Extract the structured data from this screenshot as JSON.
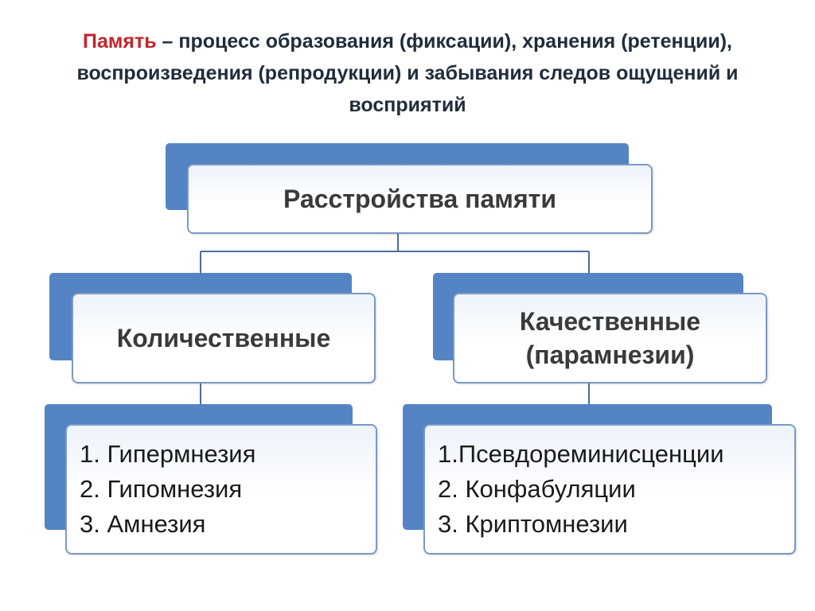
{
  "header": {
    "term": "Память",
    "definition": " – процесс образования (фиксации), хранения (ретенции), воспроизведения (репродукции) и забывания следов ощущений и восприятий"
  },
  "root": {
    "label": "Расстройства памяти"
  },
  "branches": [
    {
      "label": "Количественные",
      "items": [
        "1. Гипермнезия",
        "2. Гипомнезия",
        "3. Амнезия"
      ]
    },
    {
      "label_line1": "Качественные",
      "label_line2": "(парамнезии)",
      "items": [
        "1.Псевдореминисценции",
        "2. Конфабуляции",
        "3. Криптомнезии"
      ]
    }
  ],
  "colors": {
    "accent_block": "#5584c4",
    "border": "#7b99c7",
    "term": "#c0262d",
    "connector": "#4a6e9c"
  }
}
